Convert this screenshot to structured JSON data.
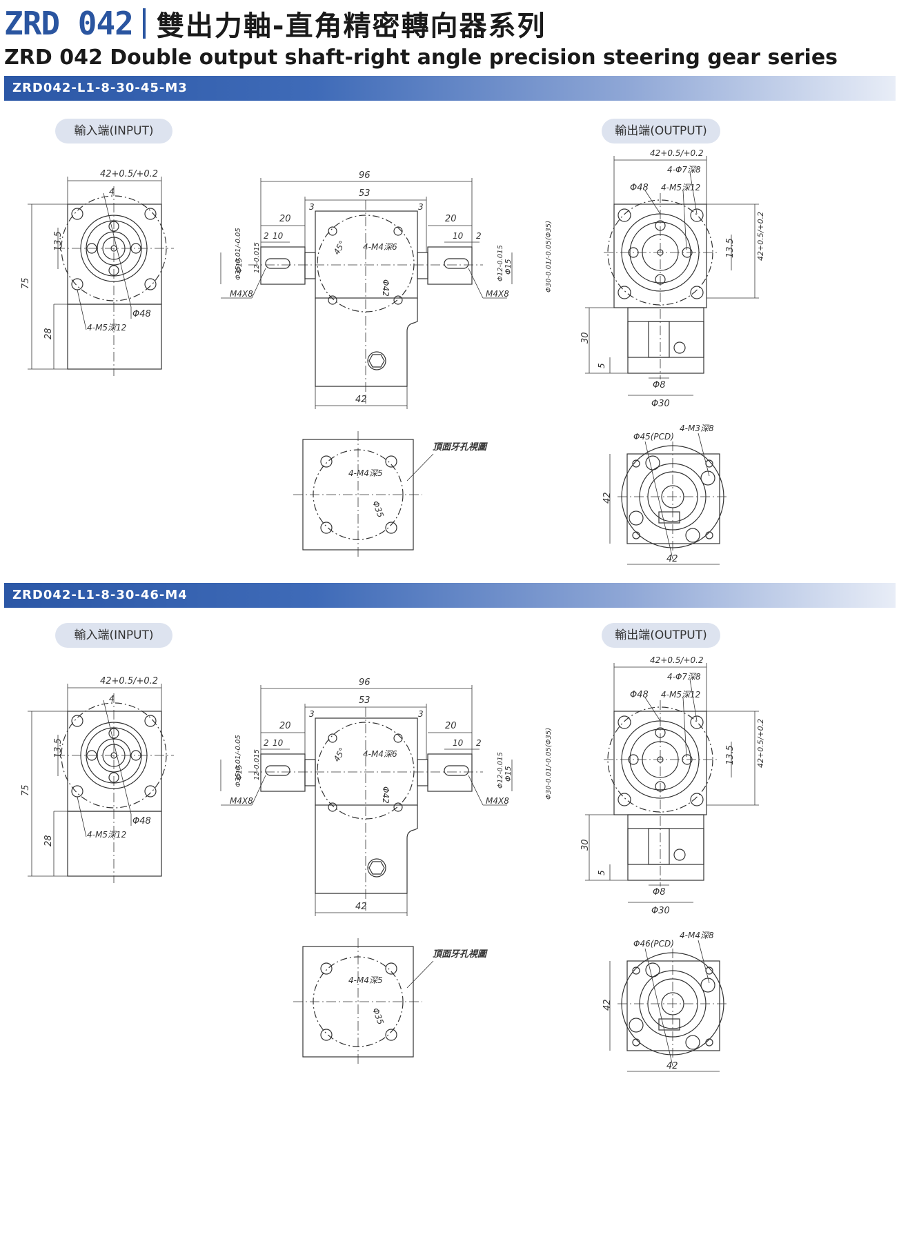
{
  "header": {
    "model_code": "ZRD 042",
    "title_cn": "雙出力軸-直角精密轉向器系列",
    "title_en": "ZRD 042  Double output shaft-right angle precision steering gear series"
  },
  "sections": [
    {
      "part_number": "ZRD042-L1-8-30-45-M3",
      "input_label": "輸入端(INPUT)",
      "output_label": "輸出端(OUTPUT)",
      "input_view": {
        "width": "42+0.5/+0.2",
        "offset": "4",
        "height": "75",
        "base": "28",
        "center_h": "13.5",
        "pilot": "Φ48",
        "holes": "4-M5深12"
      },
      "front_view": {
        "total": "96",
        "body": "53",
        "gap_left": "3",
        "gap_right": "3",
        "shaft_left": "20",
        "shaft_right": "20",
        "key_pos": "2",
        "key_len": "10",
        "angle": "45°",
        "holes": "4-M4深6",
        "pcd": "Φ42",
        "bottom": "42",
        "left_flange": "Φ35-0.01/-0.05",
        "left_shaft": "Φ15",
        "left_key": "12-0.015",
        "left_thread": "M4X8",
        "right_key": "Φ12-0.015",
        "right_shaft": "Φ15",
        "right_flange": "Φ30-0.01/-0.05(Φ35)",
        "right_thread": "M4X8"
      },
      "top_view": {
        "label": "頂面牙孔視圖",
        "holes": "4-M4深5",
        "pcd": "Φ35"
      },
      "output_view": {
        "width": "42+0.5/+0.2",
        "holes7": "4-Φ7深8",
        "pilot": "Φ48",
        "holes5": "4-M5深12",
        "center_h": "13.5",
        "height": "42+0.5/+0.2",
        "shaft_h": "30",
        "step": "5",
        "shaft": "Φ8",
        "flange": "Φ30"
      },
      "flange_view": {
        "pcd": "Φ45(PCD)",
        "holes": "4-M3深8",
        "w": "42",
        "h": "42"
      }
    },
    {
      "part_number": "ZRD042-L1-8-30-46-M4",
      "input_label": "輸入端(INPUT)",
      "output_label": "輸出端(OUTPUT)",
      "input_view": {
        "width": "42+0.5/+0.2",
        "offset": "4",
        "height": "75",
        "base": "28",
        "center_h": "13.5",
        "pilot": "Φ48",
        "holes": "4-M5深12"
      },
      "front_view": {
        "total": "96",
        "body": "53",
        "gap_left": "3",
        "gap_right": "3",
        "shaft_left": "20",
        "shaft_right": "20",
        "key_pos": "2",
        "key_len": "10",
        "angle": "45°",
        "holes": "4-M4深6",
        "pcd": "Φ42",
        "bottom": "42",
        "left_flange": "Φ35-0.01/-0.05",
        "left_shaft": "Φ15",
        "left_key": "12-0.015",
        "left_thread": "M4X8",
        "right_key": "Φ12-0.015",
        "right_shaft": "Φ15",
        "right_flange": "Φ30-0.01/-0.05(Φ35)",
        "right_thread": "M4X8"
      },
      "top_view": {
        "label": "頂面牙孔視圖",
        "holes": "4-M4深5",
        "pcd": "Φ35"
      },
      "output_view": {
        "width": "42+0.5/+0.2",
        "holes7": "4-Φ7深8",
        "pilot": "Φ48",
        "holes5": "4-M5深12",
        "center_h": "13.5",
        "height": "42+0.5/+0.2",
        "shaft_h": "30",
        "step": "5",
        "shaft": "Φ8",
        "flange": "Φ30"
      },
      "flange_view": {
        "pcd": "Φ46(PCD)",
        "holes": "4-M4深8",
        "w": "42",
        "h": "42"
      }
    }
  ]
}
